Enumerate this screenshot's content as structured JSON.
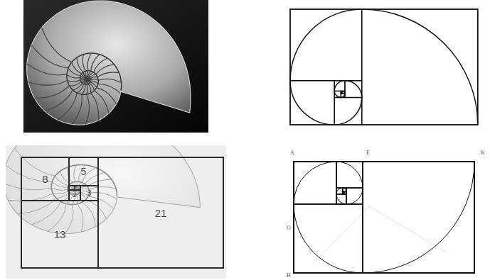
{
  "diagram": {
    "nodes": [
      {
        "text": [
          "8"
        ]
      },
      {
        "text": [
          "5"
        ]
      },
      {
        "text": [
          "2"
        ]
      },
      {
        "text": [
          "3"
        ]
      },
      {
        "text": [
          "13"
        ]
      },
      {
        "text": [
          "21"
        ]
      }
    ],
    "labels": [
      "A",
      "E",
      "K",
      "O",
      "H"
    ]
  }
}
